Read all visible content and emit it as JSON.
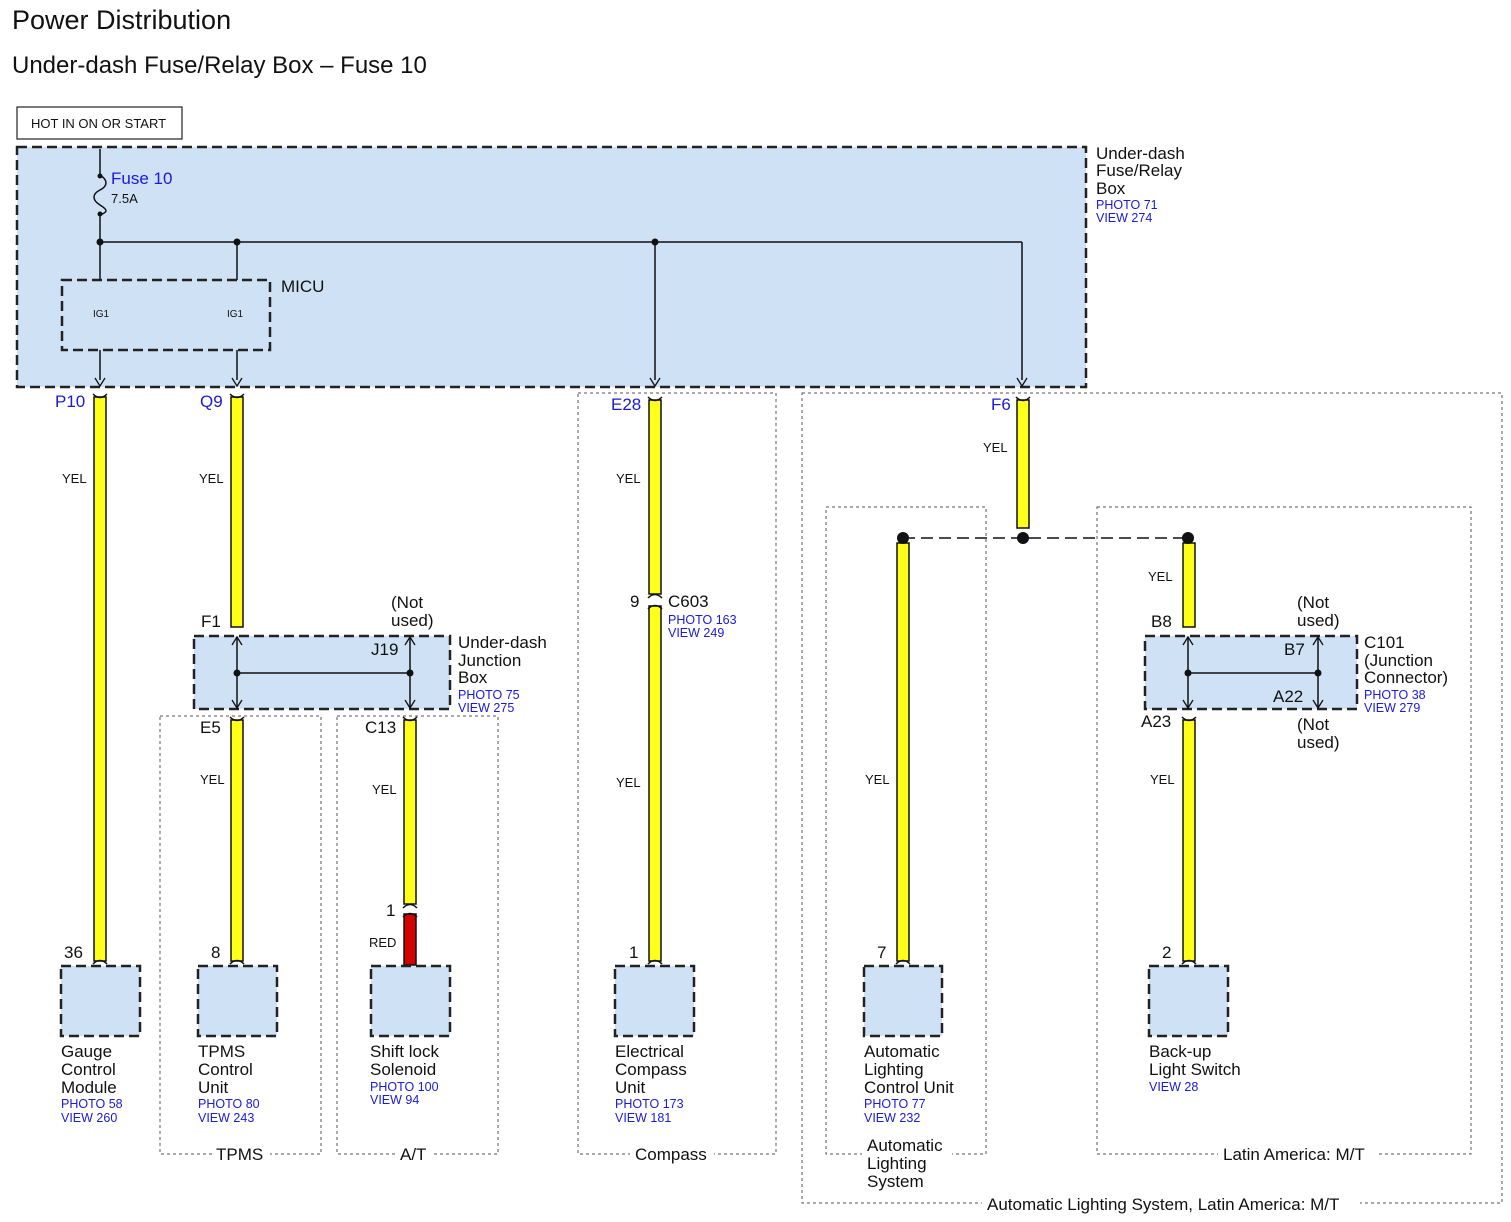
{
  "title": "Power Distribution",
  "subtitle": "Under-dash Fuse/Relay Box – Fuse 10",
  "hot_label": "HOT IN ON OR START",
  "fuse_box": {
    "name_lines": [
      "Under-dash",
      "Fuse/Relay",
      "Box"
    ],
    "photo": "PHOTO 71",
    "view": "VIEW 274",
    "fuse_name": "Fuse 10",
    "fuse_rating": "7.5A",
    "micu": "MICU",
    "ig1_left": "IG1",
    "ig1_right": "IG1"
  },
  "terminals": {
    "p10": "P10",
    "q9": "Q9",
    "e28": "E28",
    "f6": "F6"
  },
  "wire_colors": {
    "yel": "YEL",
    "red": "RED"
  },
  "junction_box": {
    "name_lines": [
      "Under-dash",
      "Junction",
      "Box"
    ],
    "photo": "PHOTO 75",
    "view": "VIEW 275",
    "pin_f1": "F1",
    "pin_j19": "J19",
    "pin_e5": "E5",
    "pin_c13": "C13",
    "not_used_lines": [
      "(Not",
      "used)"
    ]
  },
  "c603": {
    "pin": "9",
    "name": "C603",
    "photo": "PHOTO 163",
    "view": "VIEW 249"
  },
  "c101": {
    "name_lines": [
      "C101",
      "(Junction",
      "Connector)"
    ],
    "photo": "PHOTO 38",
    "view": "VIEW 279",
    "pin_b8": "B8",
    "pin_b7": "B7",
    "pin_a22": "A22",
    "pin_a23": "A23",
    "not_used_top_lines": [
      "(Not",
      "used)"
    ],
    "not_used_bottom_lines": [
      "(Not",
      "used)"
    ]
  },
  "shift_lock_pin": "1",
  "components": [
    {
      "pin": "36",
      "name_lines": [
        "Gauge",
        "Control",
        "Module"
      ],
      "photo": "PHOTO 58",
      "view": "VIEW 260"
    },
    {
      "pin": "8",
      "name_lines": [
        "TPMS",
        "Control",
        "Unit"
      ],
      "photo": "PHOTO 80",
      "view": "VIEW 243"
    },
    {
      "pin": "",
      "name_lines": [
        "Shift lock",
        "Solenoid"
      ],
      "photo": "PHOTO 100",
      "view": "VIEW 94"
    },
    {
      "pin": "1",
      "name_lines": [
        "Electrical",
        "Compass",
        "Unit"
      ],
      "photo": "PHOTO 173",
      "view": "VIEW 181"
    },
    {
      "pin": "7",
      "name_lines": [
        "Automatic",
        "Lighting",
        "Control Unit"
      ],
      "photo": "PHOTO 77",
      "view": "VIEW 232"
    },
    {
      "pin": "2",
      "name_lines": [
        "Back-up",
        "Light Switch"
      ],
      "photo": "",
      "view": "VIEW 28"
    }
  ],
  "option_areas": {
    "tpms": "TPMS",
    "at": "A/T",
    "compass": "Compass",
    "auto_lighting_lines": [
      "Automatic",
      "Lighting",
      "System"
    ],
    "latin_mt": "Latin America: M/T",
    "outer": "Automatic Lighting System, Latin America: M/T"
  },
  "colors": {
    "box_fill": "#cfe1f4",
    "wire_yellow": "#ffff1a",
    "wire_red": "#d40000",
    "ref_blue": "#1a1adc"
  }
}
